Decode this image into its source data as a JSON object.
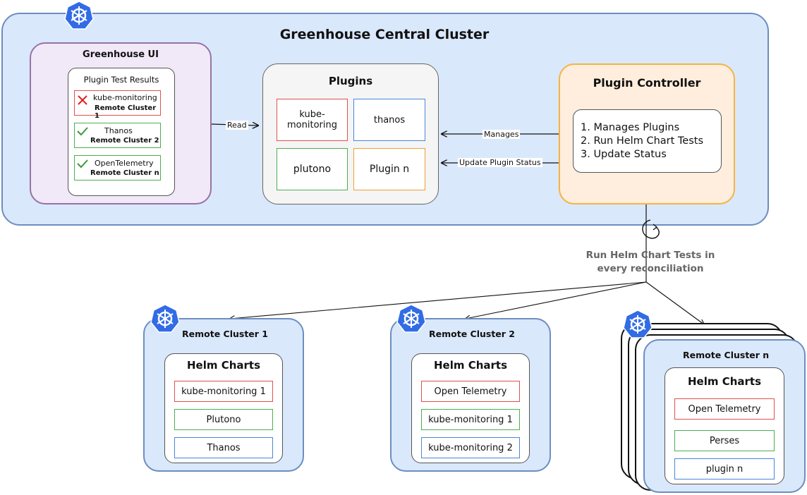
{
  "central": {
    "title": "Greenhouse Central Cluster",
    "ui": {
      "title": "Greenhouse UI",
      "results_title": "Plugin Test Results",
      "results": [
        {
          "name": "kube-monitoring",
          "cluster": "Remote Cluster 1",
          "status": "fail"
        },
        {
          "name": "Thanos",
          "cluster": "Remote Cluster 2",
          "status": "pass"
        },
        {
          "name": "OpenTelemetry",
          "cluster": "Remote Cluster n",
          "status": "pass"
        }
      ]
    },
    "plugins": {
      "title": "Plugins",
      "items": [
        "kube-monitoring",
        "thanos",
        "plutono",
        "Plugin n"
      ]
    },
    "controller": {
      "title": "Plugin Controller",
      "tasks": [
        "1. Manages Plugins",
        "2. Run Helm Chart Tests",
        "3. Update Status"
      ]
    }
  },
  "edges": {
    "read": "Read",
    "manages": "Manages",
    "update": "Update Plugin Status",
    "reconcile_line1": "Run Helm Chart Tests in",
    "reconcile_line2": "every reconciliation"
  },
  "remotes": [
    {
      "title": "Remote Cluster 1",
      "charts_title": "Helm Charts",
      "charts": [
        "kube-monitoring 1",
        "Plutono",
        "Thanos"
      ]
    },
    {
      "title": "Remote Cluster 2",
      "charts_title": "Helm Charts",
      "charts": [
        "Open Telemetry",
        "kube-monitoring 1",
        "kube-monitoring 2"
      ]
    },
    {
      "title": "Remote Cluster n",
      "charts_title": "Helm Charts",
      "charts": [
        "Open Telemetry",
        "Perses",
        "plugin n"
      ]
    }
  ],
  "colors": {
    "blue_bg": "#dae8fc",
    "blue_border": "#6c8ebf",
    "purple_bg": "#f1e9f7",
    "purple_border": "#9673a6",
    "orange_bg": "#ffeedd",
    "orange_border": "#f5b342",
    "red": "#e05050",
    "green": "#4caf50",
    "blue": "#4a86d8",
    "orange": "#f0a030",
    "k8s": "#326ce5"
  },
  "icons": {
    "k8s": "kubernetes-icon",
    "fail": "cross-icon",
    "pass": "check-icon",
    "loop": "loop-arrow-icon"
  }
}
